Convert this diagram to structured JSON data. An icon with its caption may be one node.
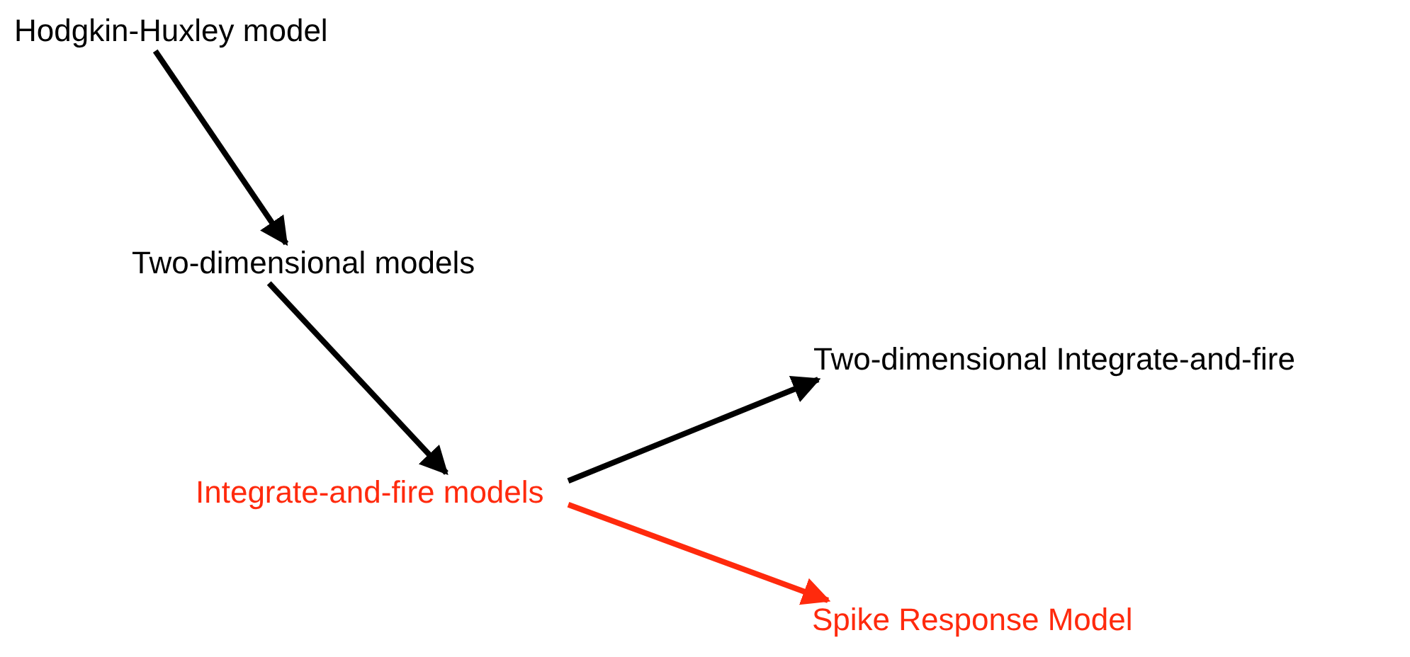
{
  "diagram": {
    "nodes": [
      {
        "text": [
          "Hodgkin-Huxley model"
        ]
      },
      {
        "text": [
          "Two-dimensional models"
        ]
      },
      {
        "text": [
          "Integrate-and-fire models"
        ]
      },
      {
        "text": [
          "Two-dimensional Integrate-and-fire"
        ]
      },
      {
        "text": [
          "Spike Response Model"
        ]
      }
    ],
    "edges": [
      {
        "from": 0,
        "to": 1,
        "arrow": "to"
      },
      {
        "from": 1,
        "to": 2,
        "arrow": "to"
      },
      {
        "from": 2,
        "to": 3,
        "arrow": "to"
      },
      {
        "from": 2,
        "to": 4,
        "arrow": "to",
        "color": "#ff2a0d"
      }
    ]
  }
}
